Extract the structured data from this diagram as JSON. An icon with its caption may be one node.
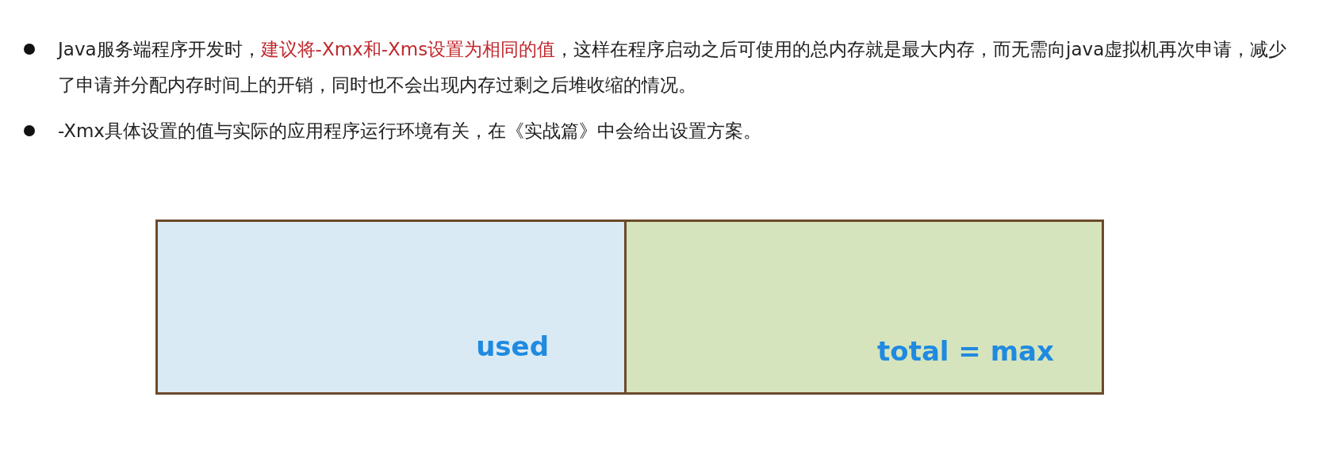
{
  "diagram": {
    "nodes": [
      {
        "text": [
          "used"
        ]
      },
      {
        "text": [
          "total = max"
        ]
      }
    ],
    "labels": [
      "Java服务端程序开发时，**建议将-Xmx和-Xms设置为相同的值**，这样在程序启动之后可使用的总内存就是最大内存，而无需向java虚拟机再次申请，减少了申请并分配内存时间上的开销，同时也不会出现内存过剩之后堆收缩的情况。",
      "-Xmx具体设置的值与实际的应用程序运行环境有关，在《实战篇》中会给出设置方案。"
    ]
  }
}
